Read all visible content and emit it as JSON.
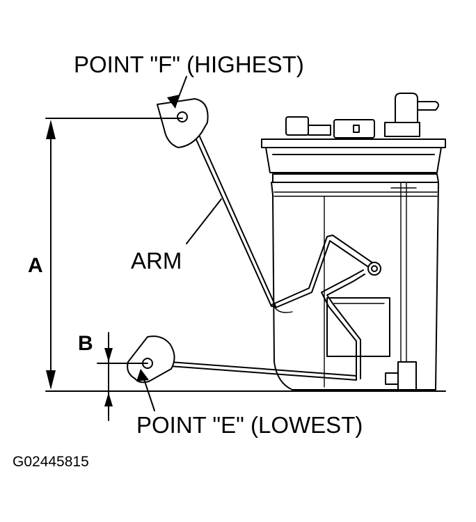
{
  "labels": {
    "point_f": "POINT \"F\" (HIGHEST)",
    "point_e": "POINT \"E\" (LOWEST)",
    "arm": "ARM",
    "dim_a": "A",
    "dim_b": "B",
    "figure_code": "G02445815"
  }
}
